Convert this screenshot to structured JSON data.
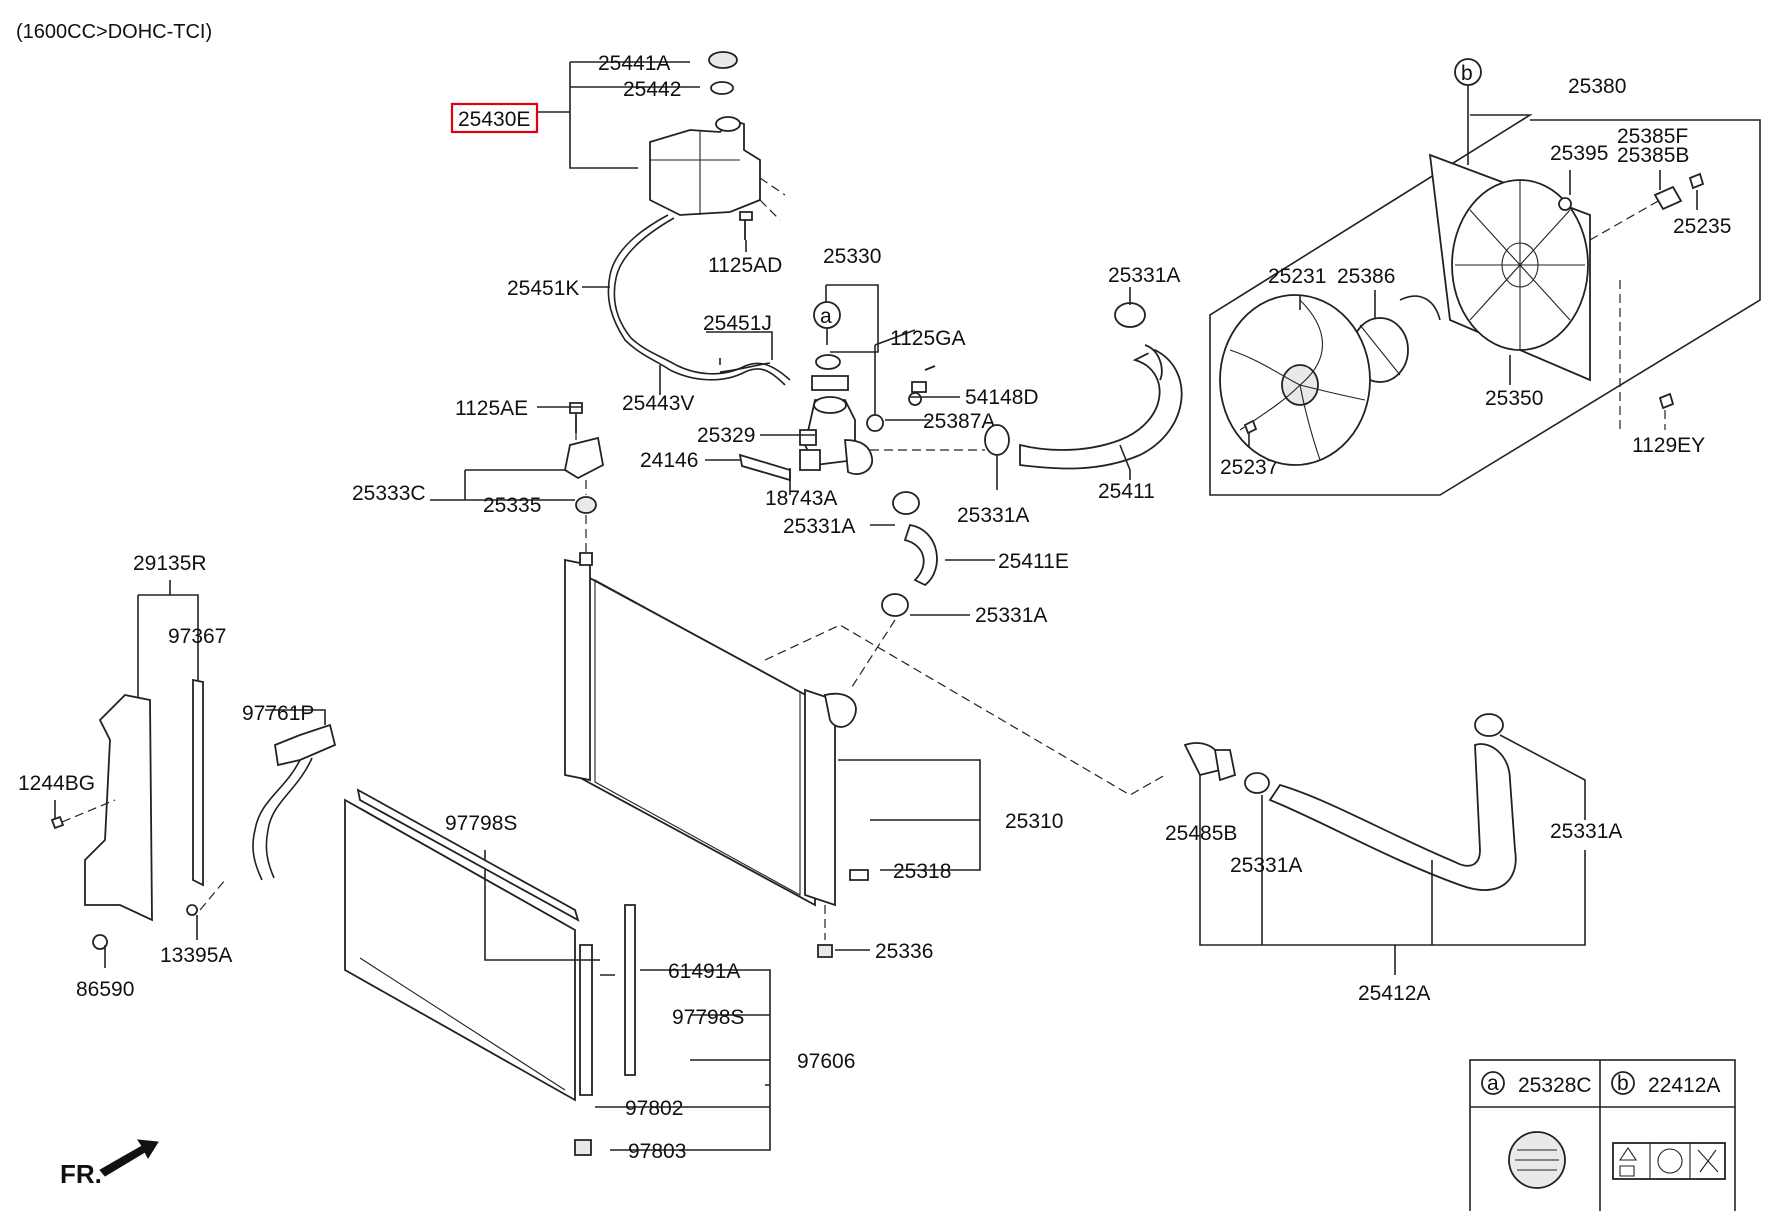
{
  "title": "(1600CC>DOHC-TCI)",
  "labels": {
    "p25441A": "25441A",
    "p25442": "25442",
    "p25430E": "25430E",
    "p1125AD": "1125AD",
    "p25451K": "25451K",
    "p25330": "25330",
    "marker_a": "a",
    "marker_b": "b",
    "p1125GA": "1125GA",
    "p25451J": "25451J",
    "p25443V": "25443V",
    "p1125AE": "1125AE",
    "p54148D": "54148D",
    "p25387A": "25387A",
    "p25329": "25329",
    "p24146": "24146",
    "p25333C": "25333C",
    "p25335": "25335",
    "p18743A": "18743A",
    "p25331A_1": "25331A",
    "p25331A_2": "25331A",
    "p25331A_3": "25331A",
    "p25331A_4": "25331A",
    "p25331A_5": "25331A",
    "p25331A_6": "25331A",
    "p25411": "25411",
    "p25411E": "25411E",
    "p25380": "25380",
    "p25385F": "25385F",
    "p25385B": "25385B",
    "p25395": "25395",
    "p25235": "25235",
    "p25231": "25231",
    "p25386": "25386",
    "p25350": "25350",
    "p25237": "25237",
    "p1129EY": "1129EY",
    "p29135R": "29135R",
    "p97367": "97367",
    "p97761P": "97761P",
    "p1244BG": "1244BG",
    "p13395A": "13395A",
    "p86590": "86590",
    "p97798S_1": "97798S",
    "p97798S_2": "97798S",
    "p25310": "25310",
    "p25318": "25318",
    "p25336": "25336",
    "p25485B": "25485B",
    "p25412A": "25412A",
    "p61491A": "61491A",
    "p97606": "97606",
    "p97802": "97802",
    "p97803": "97803"
  },
  "legend": {
    "a_marker": "a",
    "a_part": "25328C",
    "b_marker": "b",
    "b_part": "22412A"
  },
  "footer": {
    "direction": "FR."
  },
  "colors": {
    "highlight": "#e0000f",
    "line": "#222222"
  }
}
